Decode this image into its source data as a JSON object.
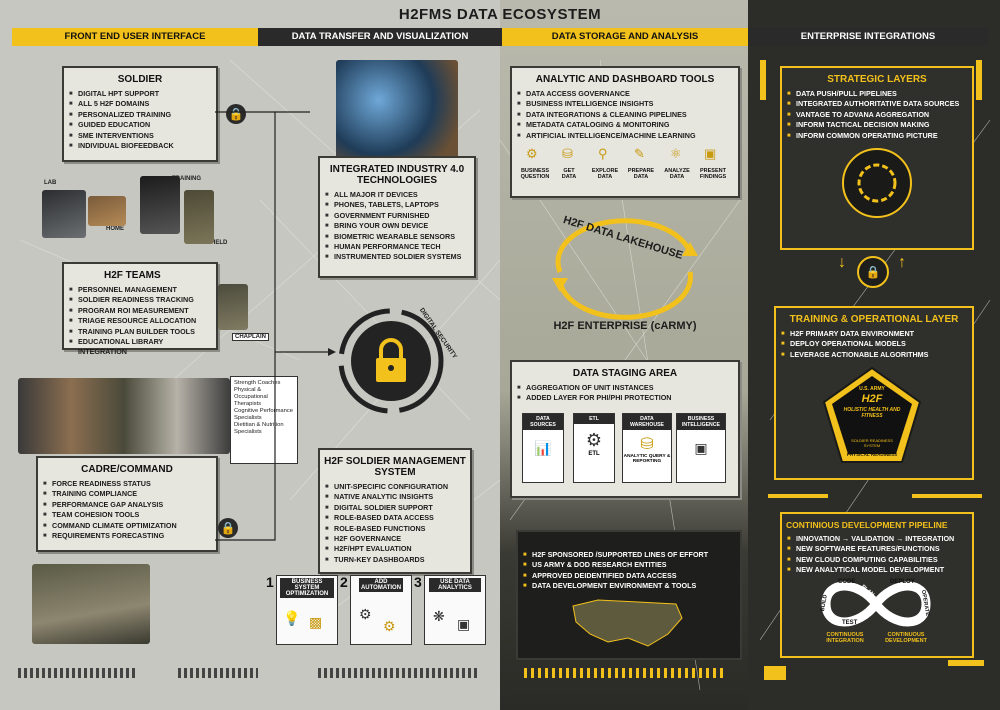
{
  "title": "H2FMS DATA ECOSYSTEM",
  "headers": [
    "FRONT END USER INTERFACE",
    "DATA TRANSFER AND VISUALIZATION",
    "DATA STORAGE AND ANALYSIS",
    "ENTERPRISE INTEGRATIONS"
  ],
  "soldier": {
    "title": "SOLDIER",
    "items": [
      "DIGITAL HPT SUPPORT",
      "ALL 5 H2F DOMAINS",
      "PERSONALIZED TRAINING",
      "GUIDED EDUCATION",
      "SME INTERVENTIONS",
      "INDIVIDUAL BIOFEEDBACK"
    ],
    "photo_labels": [
      "LAB",
      "TRAINING",
      "HOME",
      "FIELD"
    ]
  },
  "teams": {
    "title": "H2F TEAMS",
    "items": [
      "PERSONNEL MANAGEMENT",
      "SOLDIER READINESS TRACKING",
      "PROGRAM ROI MEASUREMENT",
      "TRIAGE RESOURCE ALLOCATION",
      "TRAINING PLAN BUILDER TOOLS",
      "EDUCATIONAL LIBRARY INTEGRATION"
    ],
    "chaplain": "CHAPLAIN",
    "specialists": [
      "Strength Coaches",
      "Physical & Occupational Therapists",
      "Cognitive Performance Specialists",
      "Dietitian & Nutrition Specialists"
    ]
  },
  "cadre": {
    "title": "CADRE/COMMAND",
    "items": [
      "FORCE READINESS STATUS",
      "TRAINING COMPLIANCE",
      "PERFORMANCE GAP ANALYSIS",
      "TEAM COHESION TOOLS",
      "COMMAND CLIMATE OPTIMIZATION",
      "REQUIREMENTS FORECASTING"
    ]
  },
  "industry": {
    "title": "INTEGRATED INDUSTRY 4.0 TECHNOLOGIES",
    "items": [
      "ALL MAJOR IT DEVICES",
      "PHONES, TABLETS, LAPTOPS",
      "GOVERNMENT FURNISHED",
      "BRING YOUR OWN DEVICE",
      "BIOMETRIC WEARABLE SENSORS",
      "HUMAN PERFORMANCE TECH",
      "INSTRUMENTED SOLDIER SYSTEMS"
    ]
  },
  "security_label": "DIGITAL SECURITY",
  "sms": {
    "title": "H2F SOLDIER MANAGEMENT SYSTEM",
    "items": [
      "UNIT-SPECIFIC CONFIGURATION",
      "NATIVE ANALYTIC INSIGHTS",
      "DIGITAL SOLDIER SUPPORT",
      "ROLE-BASED DATA ACCESS",
      "ROLE-BASED FUNCTIONS",
      "H2F GOVERNANCE",
      "H2F/HPT EVALUATION",
      "TURN-KEY DASHBOARDS"
    ],
    "steps": [
      {
        "num": "1",
        "label": "BUSINESS SYSTEM OPTIMIZATION"
      },
      {
        "num": "2",
        "label": "ADD AUTOMATION"
      },
      {
        "num": "3",
        "label": "USE DATA ANALYTICS"
      }
    ]
  },
  "analytic": {
    "title": "ANALYTIC AND DASHBOARD TOOLS",
    "items": [
      "DATA ACCESS GOVERNANCE",
      "BUSINESS INTELLIGENCE INSIGHTS",
      "DATA INTEGRATIONS & CLEANING PIPELINES",
      "METADATA CATALOGING & MONITORING",
      "ARTIFICIAL INTELLIGENCE/MACHINE LEARNING"
    ],
    "pipeline": [
      "BUSINESS QUESTION",
      "GET DATA",
      "EXPLORE DATA",
      "PREPARE DATA",
      "ANALYZE DATA",
      "PRESENT FINDINGS"
    ]
  },
  "lakehouse": "H2F DATA LAKEHOUSE",
  "enterprise": "H2F ENTERPRISE (cARMY)",
  "staging": {
    "title": "DATA STAGING AREA",
    "items": [
      "AGGREGATION OF UNIT INSTANCES",
      "ADDED LAYER FOR PHI/PHI PROTECTION"
    ],
    "columns": [
      "DATA SOURCES",
      "ETL",
      "DATA WAREHOUSE",
      "BUSINESS INTELLIGENCE"
    ],
    "etl_label": "ETL",
    "warehouse_caption": "ANALYTIC QUERY & REPORTING"
  },
  "research": {
    "items": [
      "H2F SPONSORED /SUPPORTED LINES OF EFFORT",
      "US ARMY & DOD RESEARCH ENTITIES",
      "APPROVED DEIDENTIFIED DATA ACCESS",
      "DATA DEVELOPMENT ENVIRONMENT & TOOLS"
    ]
  },
  "strategic": {
    "title": "STRATEGIC LAYERS",
    "items": [
      "DATA PUSH/PULL PIPELINES",
      "INTEGRATED AUTHORITATIVE DATA SOURCES",
      "VANTAGE TO ADVANA AGGREGATION",
      "INFORM TACTICAL DECISION MAKING",
      "INFORM COMMON OPERATING PICTURE"
    ]
  },
  "training_layer": {
    "title": "TRAINING & OPERATIONAL LAYER",
    "items": [
      "H2F PRIMARY DATA ENVIRONMENT",
      "DEPLOY OPERATIONAL MODELS",
      "LEVERAGE ACTIONABLE ALGORITHMS"
    ]
  },
  "badge": {
    "top": "U.S. ARMY",
    "main": "H2F",
    "sub": "HOLISTIC HEALTH AND FITNESS",
    "small": "SOLDIER READINESS SYSTEM",
    "bottom": "PHYSICAL READINESS"
  },
  "pipeline_cd": {
    "title": "CONTINIOUS DEVELOPMENT PIPELINE",
    "items": [
      "INNOVATION → VALIDATION → INTEGRATION",
      "NEW SOFTWARE FEATURES/FUNCTIONS",
      "NEW CLOUD COMPUTING CAPABILITIES",
      "NEW ANALYTICAL MODEL DEVELOPMENT"
    ],
    "loop_words": [
      "CODE",
      "PLAN",
      "BUILD",
      "TEST",
      "RELEASE",
      "DEPLOY",
      "OPERATE"
    ],
    "left_caption": "CONTINUOUS INTEGRATION",
    "right_caption": "CONTINUOUS DEVELOPMENT"
  },
  "colors": {
    "accent": "#f3c11b",
    "dark": "#2a2a2a",
    "panel": "#e6e5de"
  }
}
